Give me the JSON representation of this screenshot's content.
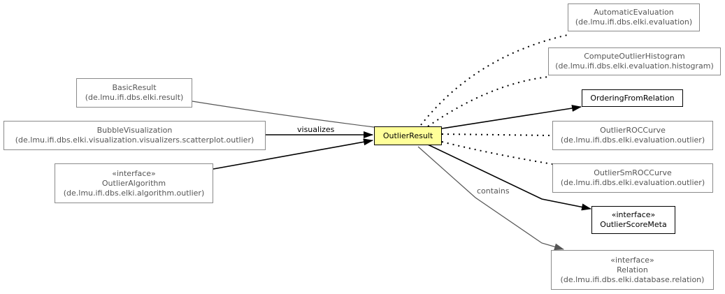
{
  "nodes": {
    "automatic_evaluation": {
      "line1": "AutomaticEvaluation",
      "line2": "(de.lmu.ifi.dbs.elki.evaluation)"
    },
    "compute_outlier_histogram": {
      "line1": "ComputeOutlierHistogram",
      "line2": "(de.lmu.ifi.dbs.elki.evaluation.histogram)"
    },
    "ordering_from_relation": {
      "line1": "OrderingFromRelation"
    },
    "basic_result": {
      "line1": "BasicResult",
      "line2": "(de.lmu.ifi.dbs.elki.result)"
    },
    "bubble_visualization": {
      "line1": "BubbleVisualization",
      "line2": "(de.lmu.ifi.dbs.elki.visualization.visualizers.scatterplot.outlier)"
    },
    "outlier_result": {
      "line1": "OutlierResult"
    },
    "outlier_roc_curve": {
      "line1": "OutlierROCCurve",
      "line2": "(de.lmu.ifi.dbs.elki.evaluation.outlier)"
    },
    "outlier_algorithm": {
      "stereotype": "«interface»",
      "line1": "OutlierAlgorithm",
      "line2": "(de.lmu.ifi.dbs.elki.algorithm.outlier)"
    },
    "outlier_sm_roc_curve": {
      "line1": "OutlierSmROCCurve",
      "line2": "(de.lmu.ifi.dbs.elki.evaluation.outlier)"
    },
    "outlier_score_meta": {
      "stereotype": "«interface»",
      "line1": "OutlierScoreMeta"
    },
    "relation": {
      "stereotype": "«interface»",
      "line1": "Relation",
      "line2": "(de.lmu.ifi.dbs.elki.database.relation)"
    }
  },
  "edge_labels": {
    "visualizes": "visualizes",
    "contains": "contains"
  },
  "colors": {
    "focus_fill": "#ffff99",
    "strong_line": "#000000",
    "weak_line": "#555555",
    "dotted_line": "#000000"
  }
}
